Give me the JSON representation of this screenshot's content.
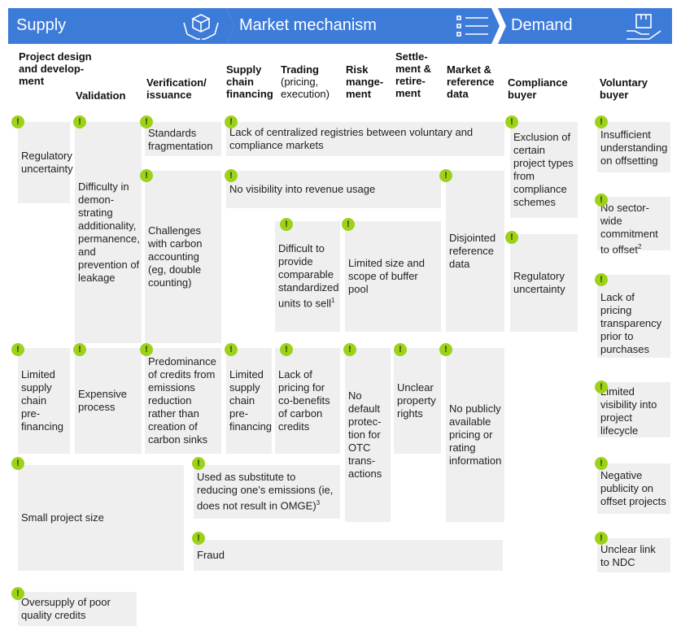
{
  "banners": {
    "supply": "Supply",
    "market": "Market mechanism",
    "demand": "Demand"
  },
  "colors": {
    "banner": "#3d7bd9",
    "box": "#efefef",
    "mark": "#9ed21a"
  },
  "icons": [
    "cube-hands-icon",
    "list-icon",
    "box-hand-icon",
    "exclamation-icon"
  ],
  "columns": {
    "project_design": "Project design and develop-ment",
    "validation": "Validation",
    "verification": "Verification/ issuance",
    "supply_chain": "Supply chain financing",
    "trading": "Trading",
    "trading_sub": "(pricing, execution)",
    "risk": "Risk mange-ment",
    "settlement": "Settle-ment & retire-ment",
    "market_ref": "Market & reference data",
    "compliance": "Compliance buyer",
    "voluntary": "Voluntary buyer"
  },
  "mark_symbol": "!",
  "issues": {
    "reg_uncertainty": "Regulatory uncertainty",
    "difficulty": "Difficulty in demon-strating additionality, permanence, and prevention of leakage",
    "standards": "Standards fragmentation",
    "registries": "Lack of centralized registries between voluntary and compliance markets",
    "exclusion": "Exclusion of certain project types from compliance schemes",
    "insufficient": "Insufficient understanding on offsetting",
    "challenges": "Challenges with carbon accounting (eg, double counting)",
    "no_visibility_revenue": "No visibility into revenue usage",
    "disjointed": "Disjointed reference data",
    "no_sector": "No sector-wide commitment to offset",
    "no_sector_note": "2",
    "comparable": "Difficult to provide comparable standardized units to sell",
    "comparable_note": "1",
    "buffer": "Limited size and scope of buffer pool",
    "comp_reg": "Regulatory uncertainty",
    "pricing_transparency": "Lack of pricing transparency prior to purchases",
    "limited_prefin_1": "Limited supply chain pre-financing",
    "expensive": "Expensive process",
    "predominance": "Predominance of credits from emissions reduction rather than creation of carbon sinks",
    "limited_prefin_2": "Limited supply chain pre-financing",
    "co_benefits": "Lack of pricing for co-benefits of carbon credits",
    "no_default": "No default protec-tion for OTC trans-actions",
    "unclear_property": "Unclear property rights",
    "no_public_pricing": "No publicly available pricing or rating information",
    "lifecycle": "Limited visibility into project lifecycle",
    "small_project": "Small project size",
    "substitute": "Used as substitute to reducing one’s emissions (ie, does not result in OMGE)",
    "substitute_note": "3",
    "negative_publicity": "Negative publicity on offset projects",
    "fraud": "Fraud",
    "ndc": "Unclear link to NDC",
    "oversupply": "Oversupply of poor quality credits"
  }
}
